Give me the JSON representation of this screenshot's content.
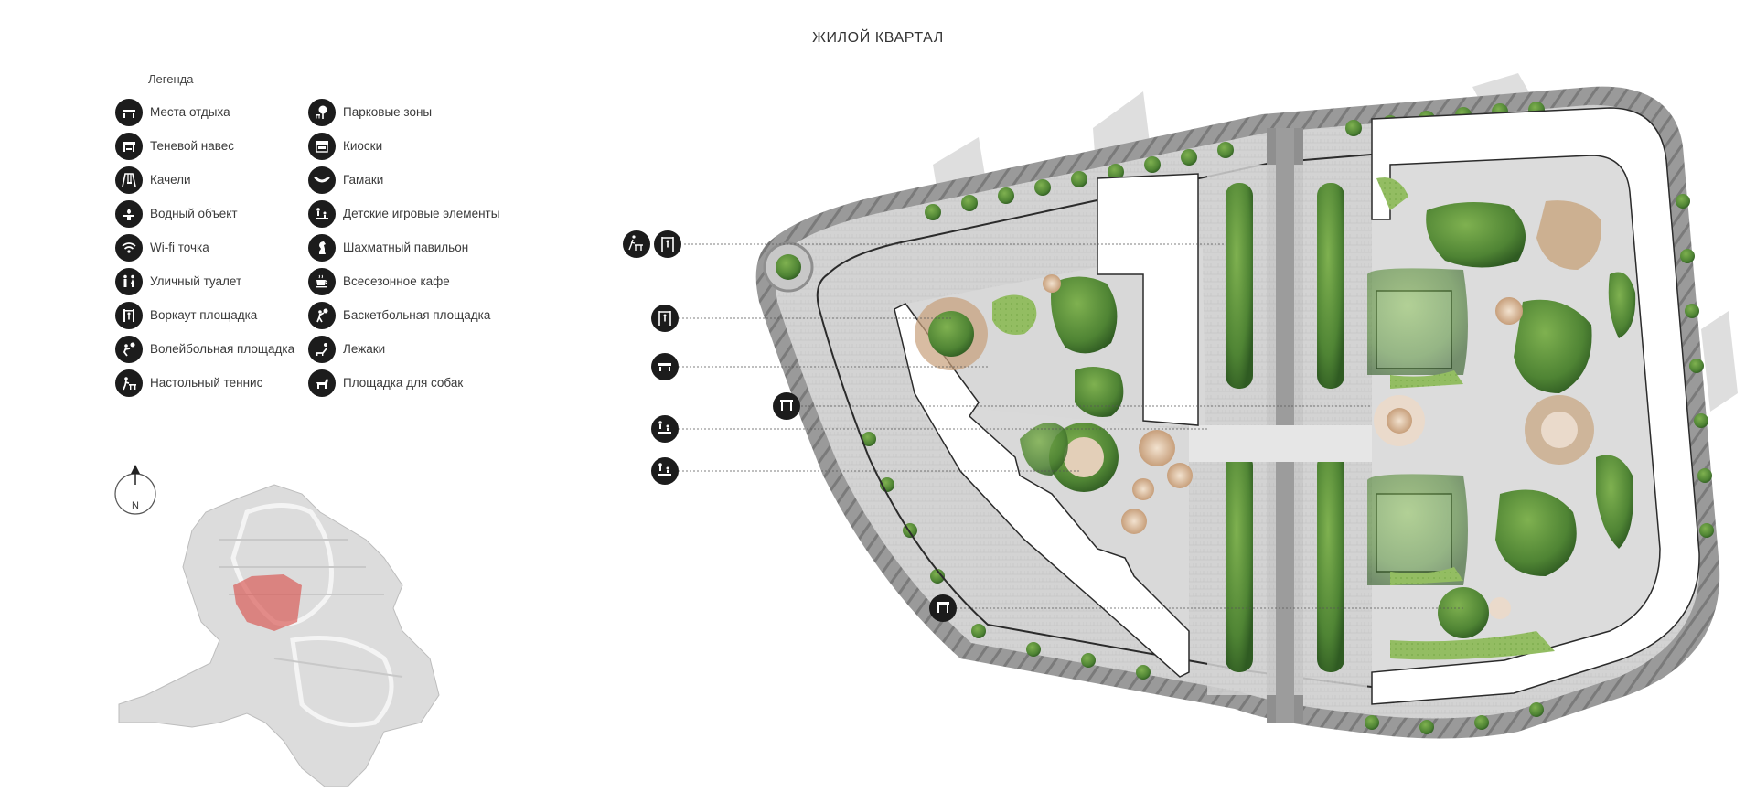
{
  "title": "ЖИЛОЙ КВАРТАЛ",
  "legend": {
    "heading": "Легенда",
    "left": [
      {
        "icon": "bench-icon",
        "label": "Места отдыха"
      },
      {
        "icon": "canopy-icon",
        "label": "Теневой навес"
      },
      {
        "icon": "swing-icon",
        "label": "Качели"
      },
      {
        "icon": "fountain-icon",
        "label": "Водный объект"
      },
      {
        "icon": "wifi-icon",
        "label": "Wi-fi точка"
      },
      {
        "icon": "toilet-icon",
        "label": "Уличный туалет"
      },
      {
        "icon": "workout-icon",
        "label": "Воркаут площадка"
      },
      {
        "icon": "volleyball-icon",
        "label": "Волейбольная площадка"
      },
      {
        "icon": "table-tennis-icon",
        "label": "Настольный теннис"
      }
    ],
    "right": [
      {
        "icon": "tree-icon",
        "label": "Парковые зоны"
      },
      {
        "icon": "kiosk-icon",
        "label": "Киоски"
      },
      {
        "icon": "hammock-icon",
        "label": "Гамаки"
      },
      {
        "icon": "playground-icon",
        "label": "Детские игровые элементы"
      },
      {
        "icon": "chess-icon",
        "label": "Шахматный павильон"
      },
      {
        "icon": "cafe-icon",
        "label": "Всесезонное кафе"
      },
      {
        "icon": "basketball-icon",
        "label": "Баскетбольная площадка"
      },
      {
        "icon": "sunbed-icon",
        "label": "Лежаки"
      },
      {
        "icon": "dog-icon",
        "label": "Площадка для собак"
      }
    ]
  },
  "north_arrow": {
    "label": "N"
  },
  "callouts": [
    {
      "icons": [
        "table-tennis-icon",
        "workout-icon"
      ]
    },
    {
      "icons": [
        "workout-icon"
      ]
    },
    {
      "icons": [
        "bench-icon"
      ]
    },
    {
      "icons": [
        "canopy-icon"
      ]
    },
    {
      "icons": [
        "playground-icon"
      ]
    },
    {
      "icons": [
        "playground-icon"
      ]
    },
    {
      "icons": [
        "canopy-icon"
      ]
    }
  ],
  "colors": {
    "icon_bg": "#1c1c1c",
    "vegetation": "#5f8f3e",
    "vegetation_dark": "#3d6b2b",
    "lawn": "#9cc36a",
    "paving": "#cfcfcf",
    "road": "#8a8a8a",
    "building_shadow": "#d6d6d6",
    "site_highlight": "#d9534f"
  }
}
